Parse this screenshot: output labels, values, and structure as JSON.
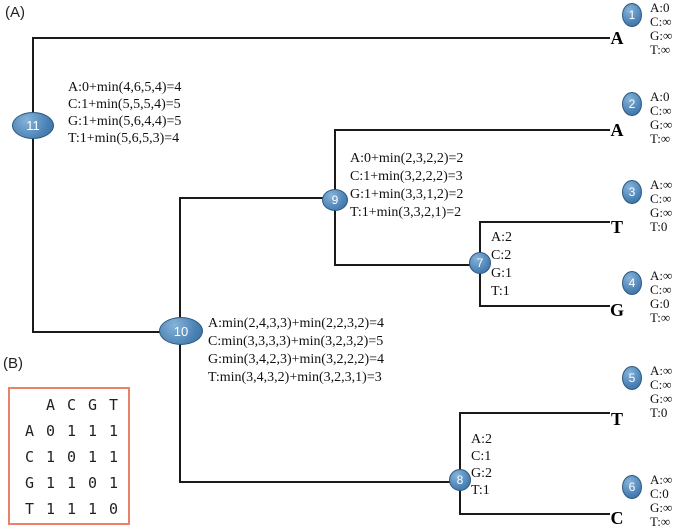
{
  "labels": {
    "panel_a": "(A)",
    "panel_b": "(B)"
  },
  "colors": {
    "node_fill": "#4a81b4",
    "node_border": "#2c587f",
    "matrix_border": "#e8826a",
    "edge": "#1a1a1a"
  },
  "leaves": {
    "l1": {
      "label": "1",
      "letter": "A",
      "costs": [
        "A:0",
        "C:∞",
        "G:∞",
        "T:∞"
      ]
    },
    "l2": {
      "label": "2",
      "letter": "A",
      "costs": [
        "A:0",
        "C:∞",
        "G:∞",
        "T:∞"
      ]
    },
    "l3": {
      "label": "3",
      "letter": "T",
      "costs": [
        "A:∞",
        "C:∞",
        "G:∞",
        "T:0"
      ]
    },
    "l4": {
      "label": "4",
      "letter": "G",
      "costs": [
        "A:∞",
        "C:∞",
        "G:0",
        "T:∞"
      ]
    },
    "l5": {
      "label": "5",
      "letter": "T",
      "costs": [
        "A:∞",
        "C:∞",
        "G:∞",
        "T:0"
      ]
    },
    "l6": {
      "label": "6",
      "letter": "C",
      "costs": [
        "A:∞",
        "C:0",
        "G:∞",
        "T:∞"
      ]
    }
  },
  "nodes": {
    "n7": {
      "label": "7",
      "costs": [
        "A:2",
        "C:2",
        "G:1",
        "T:1"
      ]
    },
    "n8": {
      "label": "8",
      "costs": [
        "A:2",
        "C:1",
        "G:2",
        "T:1"
      ]
    },
    "n9": {
      "label": "9",
      "costs": [
        "A:0+min(2,3,2,2)=2",
        "C:1+min(3,2,2,2)=3",
        "G:1+min(3,3,1,2)=2",
        "T:1+min(3,3,2,1)=2"
      ]
    },
    "n10": {
      "label": "10",
      "costs": [
        "A:min(2,4,3,3)+min(2,2,3,2)=4",
        "C:min(3,3,3,3)+min(3,2,3,2)=5",
        "G:min(3,4,2,3)+min(3,2,2,2)=4",
        "T:min(3,4,3,2)+min(3,2,3,1)=3"
      ]
    },
    "n11": {
      "label": "11",
      "costs": [
        "A:0+min(4,6,5,4)=4",
        "C:1+min(5,5,5,4)=5",
        "G:1+min(5,6,4,4)=5",
        "T:1+min(5,6,5,3)=4"
      ]
    }
  },
  "matrix": {
    "col_headers": [
      "A",
      "C",
      "G",
      "T"
    ],
    "rows": [
      {
        "label": "A",
        "cells": [
          "0",
          "1",
          "1",
          "1"
        ]
      },
      {
        "label": "C",
        "cells": [
          "1",
          "0",
          "1",
          "1"
        ]
      },
      {
        "label": "G",
        "cells": [
          "1",
          "1",
          "0",
          "1"
        ]
      },
      {
        "label": "T",
        "cells": [
          "1",
          "1",
          "1",
          "0"
        ]
      }
    ]
  }
}
